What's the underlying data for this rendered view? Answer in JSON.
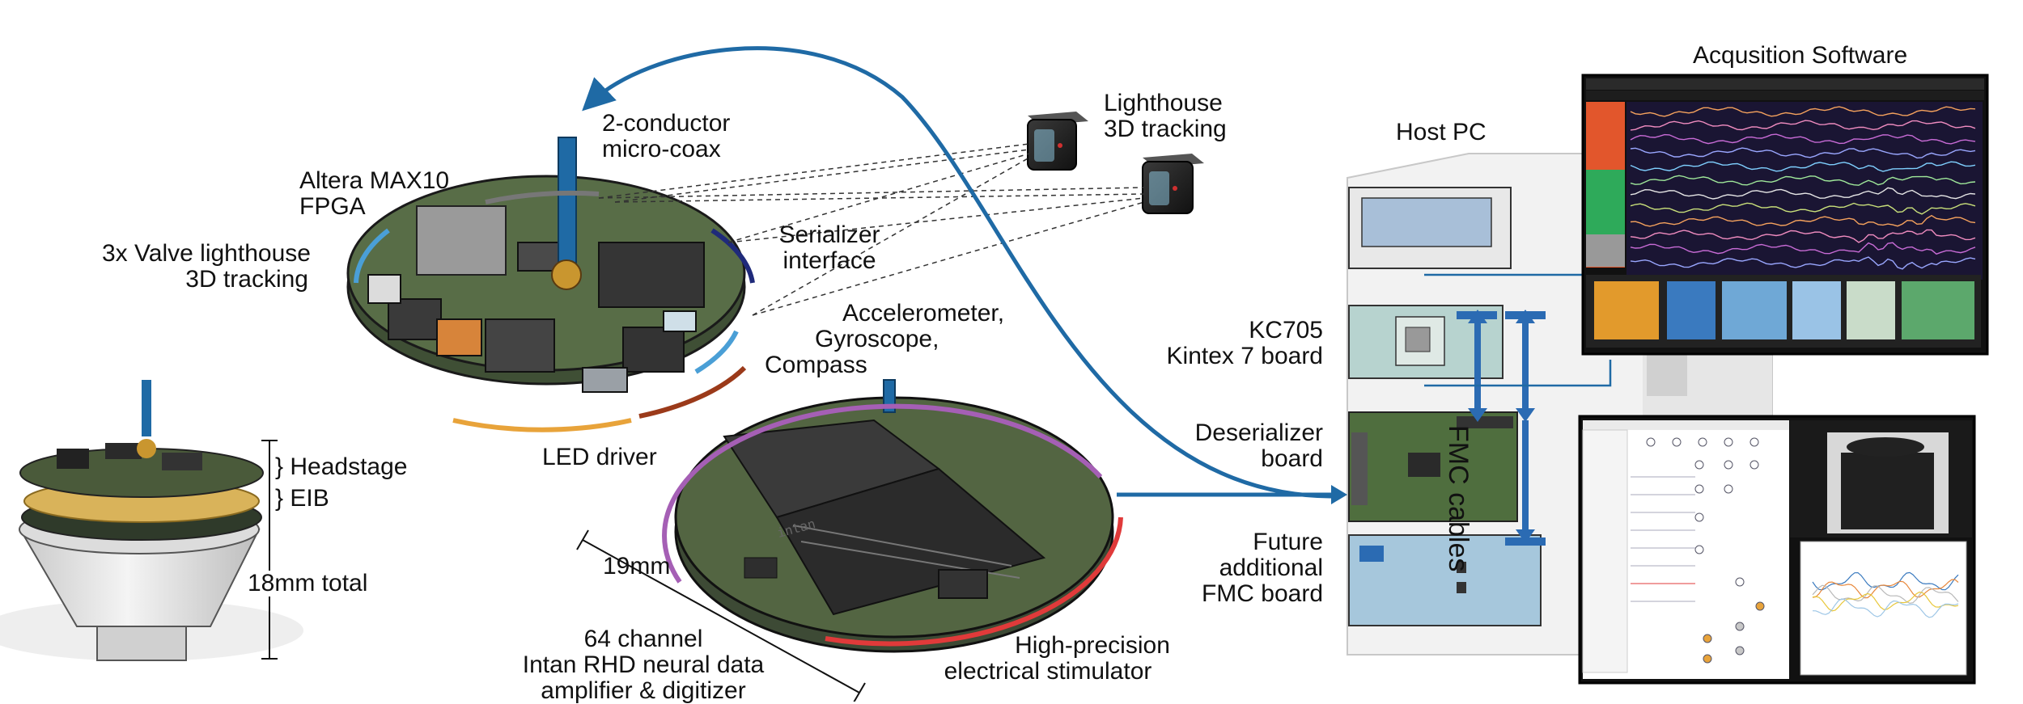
{
  "labels": {
    "coax": [
      "2-conductor",
      "micro-coax"
    ],
    "fpga": [
      "Altera MAX10",
      "FPGA"
    ],
    "valve": [
      "3x Valve lighthouse",
      "3D tracking"
    ],
    "serializer": [
      "Serializer",
      "interface"
    ],
    "imu": [
      "Accelerometer,",
      "Gyroscope,",
      "Compass"
    ],
    "led_driver": "LED driver",
    "lighthouse": [
      "Lighthouse",
      "3D tracking"
    ],
    "headstage": "} Headstage",
    "eib": "} EIB",
    "total": "18mm total",
    "dim19": "19mm",
    "intan": [
      "64 channel",
      "Intan RHD neural data",
      "amplifier & digitizer"
    ],
    "stimulator": [
      "High-precision",
      "electrical stimulator"
    ],
    "host_pc": "Host PC",
    "kc705": [
      "KC705",
      "Kintex 7 board"
    ],
    "deserializer": [
      "Deserializer",
      "board"
    ],
    "future": [
      "Future",
      "additional",
      "FMC board"
    ],
    "fmc_cables": "FMC cables",
    "software": "Acqusition Software",
    "chip_text": "intan"
  },
  "colors": {
    "cable": "#1f6aa5",
    "fpga_arc": "#4a9fd6",
    "gray_arc": "#777777",
    "navy_arc": "#1f2a7a",
    "orange_arc": "#e8a33a",
    "darkred_arc": "#9b3a1a",
    "purple_arc": "#a55fb5",
    "red_arc": "#e03a3a",
    "pcb_green": "#4a6a3a"
  }
}
